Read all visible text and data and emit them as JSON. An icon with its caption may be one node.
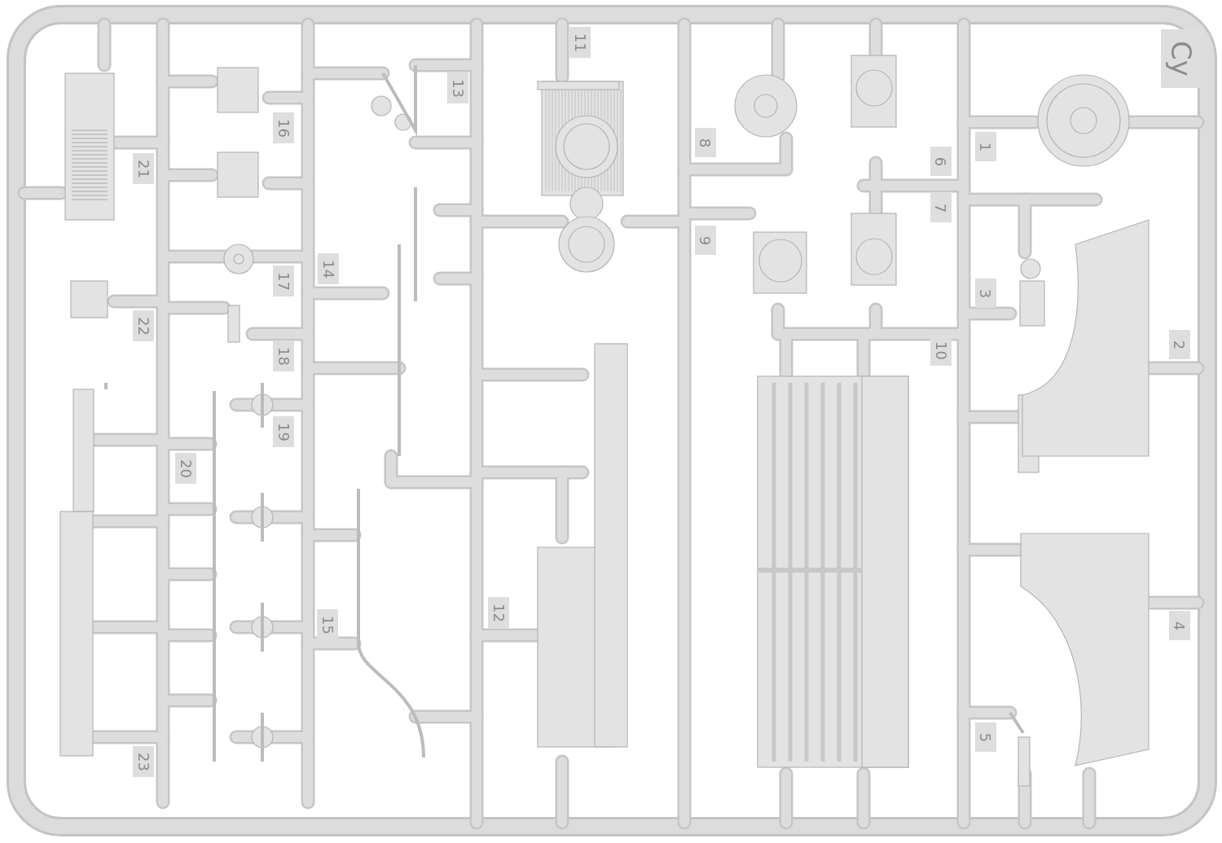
{
  "diagram": {
    "labels": [
      "11",
      "Cy",
      "13",
      "16",
      "8",
      "1",
      "6",
      "21",
      "7",
      "9",
      "14",
      "17",
      "3",
      "22",
      "2",
      "10",
      "18",
      "19",
      "20",
      "12",
      "15",
      "4",
      "5",
      "23"
    ]
  }
}
